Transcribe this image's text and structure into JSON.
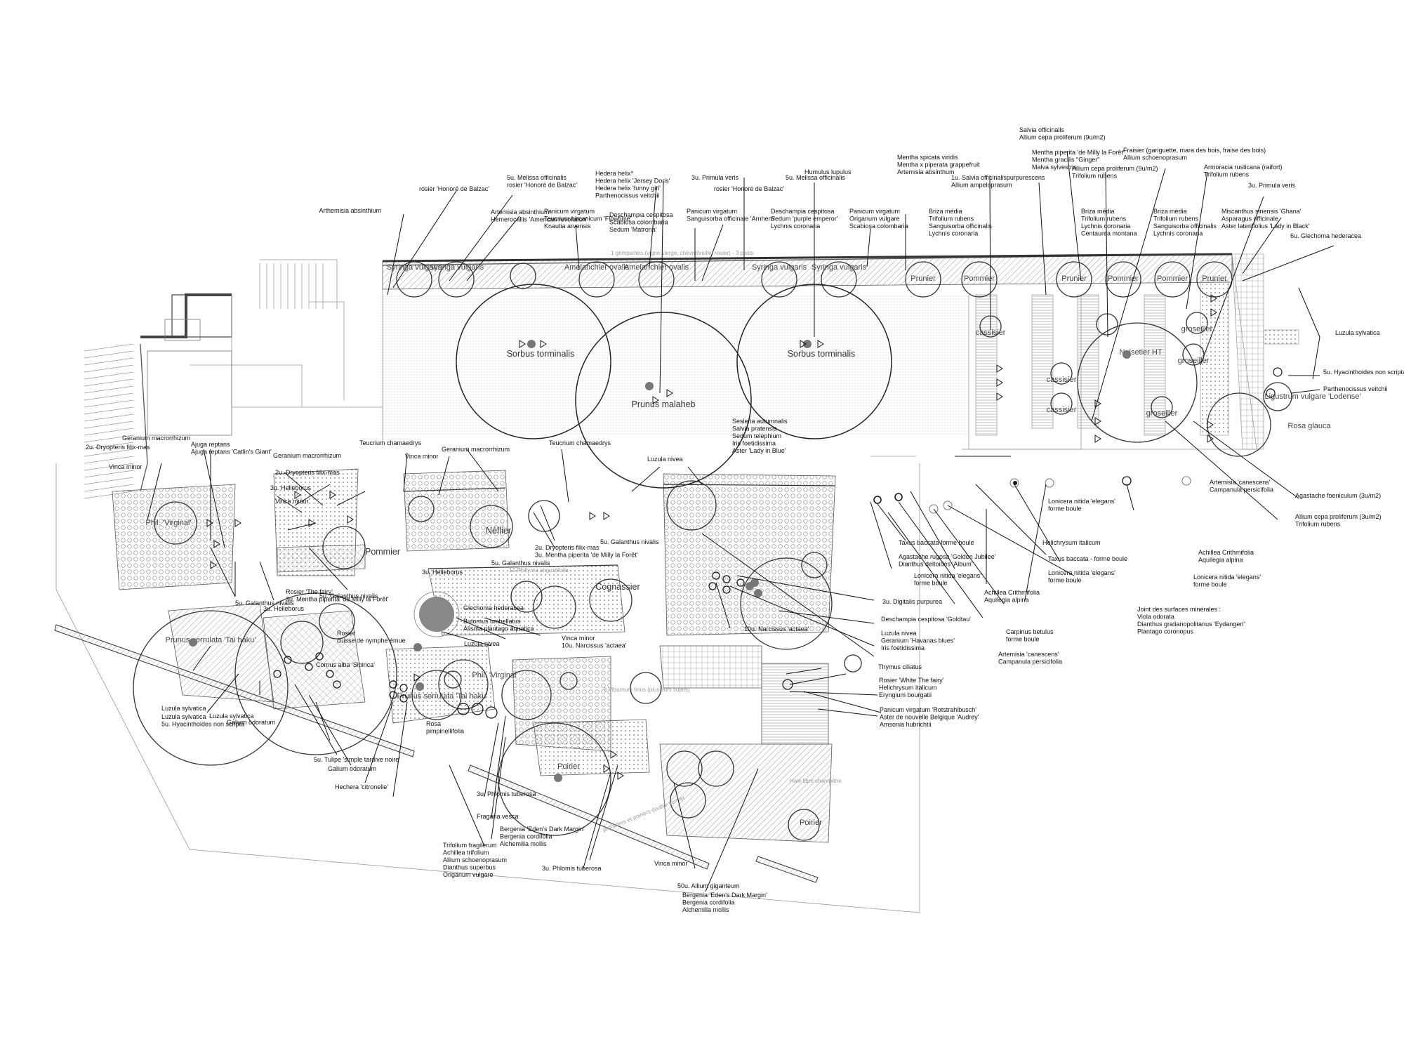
{
  "trees": {
    "sorbus": "Sorbus torminalis",
    "prunus_malaheb": "Prunus malaheb",
    "syringa": "Syringa vulgaris",
    "amelanchier": "Amelanchier ovalis",
    "prunier": "Prunier",
    "pommier": "Pommier",
    "cassisier": "cassisier",
    "groseiller": "groseiller",
    "noisetier": "Noisetier HT",
    "nefier": "Néflier",
    "cognassier": "Cognassier",
    "poirier": "Poirier",
    "phil_virginal": "Phil. 'Virginal'",
    "prunus_serrulata": "Prunus serrulata 'Tai haku'",
    "rosa_glauca": "Rosa glauca",
    "ligustrum": "Ligustrum vulgare 'Lodense'"
  },
  "ghost_labels": {
    "grimpantes": "1 grimpantes (vigne vierge, chèvrefeuille, rosier) - 3 pieds",
    "viburnum": "6.Viburnum tinus (plusieurs sujets)",
    "phillyrea": "12.Phillyrea angustifolia",
    "pruneliers": "pruneliers et poiriers double vernier",
    "haie": "Haie libre champêtre"
  },
  "top_labels": [
    {
      "id": "t1",
      "text": [
        "Arthemisia absinthium"
      ]
    },
    {
      "id": "t2",
      "text": [
        "rosier 'Honoré de Balzac'"
      ]
    },
    {
      "id": "t3",
      "text": [
        "5u. Melissa officinalis",
        "rosier 'Honoré de Balzac'"
      ]
    },
    {
      "id": "t4",
      "text": [
        "Artemisia absinthium",
        "Hemerocallis 'American revolution'"
      ]
    },
    {
      "id": "t5",
      "text": [
        "Panicum virgatum",
        "Teucrium hircanicum 'Flowtime'",
        "Knautia arvensis"
      ]
    },
    {
      "id": "t6",
      "text": [
        "Hedera helix*",
        "Hedera helix 'Jersey Doris'",
        "Hedera helix 'funny girl'",
        "Parthenocissus veitchii"
      ]
    },
    {
      "id": "t7",
      "text": [
        "Deschampia cespitosa",
        "Scabiosa colombaria",
        "Sedum 'Matrona'"
      ]
    },
    {
      "id": "t8",
      "text": [
        "3u. Primula veris"
      ]
    },
    {
      "id": "t9",
      "text": [
        "Panicum virgatum",
        "Sanguisorba officinale 'Arnhem'"
      ]
    },
    {
      "id": "t10",
      "text": [
        "rosier 'Honoré de Balzac'"
      ]
    },
    {
      "id": "t11",
      "text": [
        "5u. Melissa officinalis"
      ]
    },
    {
      "id": "t12",
      "text": [
        "Humulus lupulus"
      ]
    },
    {
      "id": "t13",
      "text": [
        "Deschampia cespitosa",
        "Sedum 'purple emperor'",
        "Lychnis coronaria"
      ]
    },
    {
      "id": "t14",
      "text": [
        "Panicum virgatum",
        "Origanum vulgare",
        "Scabiosa colombaria"
      ]
    },
    {
      "id": "t15",
      "text": [
        "Mentha spicata viridis",
        "Mentha x piperata grappefruit",
        "Artemisia absinthum"
      ]
    },
    {
      "id": "t16",
      "text": [
        "1u. Salvia officinalispurpurescens",
        "Allium ampeloprasum"
      ]
    },
    {
      "id": "t17",
      "text": [
        "Briza média",
        "Trifolium rubens",
        "Sanguisorba officinalis",
        "Lychnis coronaria"
      ]
    },
    {
      "id": "t18",
      "text": [
        "Salvia officinalis",
        "Allium cepa proliferum (9u/m2)"
      ]
    },
    {
      "id": "t19",
      "text": [
        "Mentha piperita 'de Milly la Forêt'",
        "Mentha gracilis \"Ginger\"",
        "Malva sylvestris"
      ]
    },
    {
      "id": "t20",
      "text": [
        "Allium cepa proliferum (9u/m2)",
        "Trifolium rubens"
      ]
    },
    {
      "id": "t21",
      "text": [
        "Briza média",
        "Trifolium rubens",
        "Lychnis coronaria",
        "Centaurea montana"
      ]
    },
    {
      "id": "t22",
      "text": [
        "Fraisier (gariguette, mara des bois, fraise des bois)",
        "Allium schoenoprasum"
      ]
    },
    {
      "id": "t23",
      "text": [
        "Briza média",
        "Trifolium rubens",
        "Sanguisorba officinalis",
        "Lychnis coronaria"
      ]
    },
    {
      "id": "t24",
      "text": [
        "Armoracia rusticana (raifort)",
        "Trifolium rubens"
      ]
    },
    {
      "id": "t25",
      "text": [
        "3u. Primula veris"
      ]
    },
    {
      "id": "t26",
      "text": [
        "Miscanthus sinensis 'Ghana'",
        "Asparagus officinale",
        "Aster lateriflolius 'Lady in Black'"
      ]
    },
    {
      "id": "t27",
      "text": [
        "6u. Glechoma hederacea"
      ]
    }
  ],
  "right_labels": [
    {
      "id": "r1",
      "text": [
        "Luzula sylvatica"
      ]
    },
    {
      "id": "r2",
      "text": [
        "5u. Hyacinthoides non scripta"
      ]
    },
    {
      "id": "r3",
      "text": [
        "Parthenocissus veitchii"
      ]
    },
    {
      "id": "r4",
      "text": [
        "Agastache foeniculum (3u/m2)"
      ]
    },
    {
      "id": "r5",
      "text": [
        "Allium cepa proliferum (3u/m2)",
        "Trifolium rubens"
      ]
    },
    {
      "id": "r6",
      "text": [
        "Artemisia 'canescens'",
        "Campanula persicifolia"
      ]
    },
    {
      "id": "r7",
      "text": [
        "Lonicera nitida 'elegans'",
        "forme boule"
      ]
    },
    {
      "id": "r8",
      "text": [
        "Helichrysum italicum"
      ]
    },
    {
      "id": "r9",
      "text": [
        "Taxus baccata forme boule"
      ]
    },
    {
      "id": "r10",
      "text": [
        "Agastache rugosa 'Golden Jubilee'",
        "Dianthus deltoides 'Album'"
      ]
    },
    {
      "id": "r11",
      "text": [
        "Lonicera nitida 'elegans'",
        "forme boule"
      ]
    },
    {
      "id": "r12",
      "text": [
        "Taxus baccata - forme boule"
      ]
    },
    {
      "id": "r13",
      "text": [
        "Lonicera nitida 'elegans'",
        "forme boule"
      ]
    },
    {
      "id": "r14",
      "text": [
        "Achillea Crithmifolia",
        "Aquilegia alpina"
      ]
    },
    {
      "id": "r15",
      "text": [
        "Achillea Crithmifolia",
        "Aquilegia alpina"
      ]
    },
    {
      "id": "r16",
      "text": [
        "Lonicera nitida 'elegans'",
        "forme boule"
      ]
    },
    {
      "id": "r17",
      "text": [
        "Joint des surfaces minérales :",
        "Viola odorata",
        "Dianthus gratianopolitanus 'Eydangeri'",
        "Plantago coronopus"
      ]
    },
    {
      "id": "r18",
      "text": [
        "Carpinus betulus",
        "forme boule"
      ]
    },
    {
      "id": "r19",
      "text": [
        "Artemisia 'canescens'",
        "Campanula persicifolia"
      ]
    }
  ],
  "middle_labels": [
    {
      "id": "m1",
      "text": [
        "Sesleria autumnalis",
        "Salvia pratensis",
        "Sedum telephium",
        "Iris foetidissima",
        "Aster 'Lady in Blue'"
      ]
    },
    {
      "id": "m2",
      "text": [
        "Teucrium chamaedrys"
      ]
    },
    {
      "id": "m3",
      "text": [
        "Geranium macrorrhizum"
      ]
    },
    {
      "id": "m4",
      "text": [
        "Vinca minor"
      ]
    },
    {
      "id": "m5",
      "text": [
        "Teucrium chamaedrys"
      ]
    },
    {
      "id": "m6",
      "text": [
        "Luzula nivea"
      ]
    },
    {
      "id": "m7",
      "text": [
        "3u. Digitalis purpurea"
      ]
    },
    {
      "id": "m8",
      "text": [
        "Deschampia cespitosa 'Goldtau'"
      ]
    },
    {
      "id": "m9",
      "text": [
        "Luzula nivea",
        "Geranium 'Havanas blues'",
        "Iris foetidissima"
      ]
    },
    {
      "id": "m10",
      "text": [
        "10u. Narcissus 'actaea'"
      ]
    },
    {
      "id": "m11",
      "text": [
        "Thymus ciliatus"
      ]
    },
    {
      "id": "m12",
      "text": [
        "Rosier 'White The fairy'",
        "Helichrysum italicum",
        "Eryngium bourgatii"
      ]
    },
    {
      "id": "m13",
      "text": [
        "Panicum virgatum 'Rotstrahlbusch'",
        "Aster de nouvelle Belgique 'Audrey'",
        "Amsonia hubrichtii"
      ]
    },
    {
      "id": "m14",
      "text": [
        "2u. Dryopteris filix-mas",
        "3u. Mentha piperita 'de Milly la Forêt'"
      ]
    },
    {
      "id": "m15",
      "text": [
        "5u. Galanthus nivalis"
      ]
    },
    {
      "id": "m16",
      "text": [
        "3u. Helleborus"
      ]
    },
    {
      "id": "m17",
      "text": [
        "5u. Galanthus nivalis"
      ]
    },
    {
      "id": "m18",
      "text": [
        "Glechoma hederacea"
      ]
    },
    {
      "id": "m19",
      "text": [
        "Butomus umbellatus",
        "Alisma plantago aquatica"
      ]
    },
    {
      "id": "m20",
      "text": [
        "Vinca minor",
        "10u. Narcissus 'actaea'"
      ]
    },
    {
      "id": "m21",
      "text": [
        "Luzula nivea"
      ]
    }
  ],
  "left_labels": [
    {
      "id": "l1",
      "text": [
        "Geranium macrorrhizum"
      ]
    },
    {
      "id": "l2",
      "text": [
        "2u. Dryopteris filix-mas"
      ]
    },
    {
      "id": "l3",
      "text": [
        "Vinca minor"
      ]
    },
    {
      "id": "l4",
      "text": [
        "Ajuga reptans",
        "Ajuga reptans 'Catlin's Giant'"
      ]
    },
    {
      "id": "l5",
      "text": [
        "Geranium macrorrhizum"
      ]
    },
    {
      "id": "l6",
      "text": [
        "2u. Dryopteris filix-mas"
      ]
    },
    {
      "id": "l7",
      "text": [
        "3u. Helleborus"
      ]
    },
    {
      "id": "l8",
      "text": [
        "Vinca minor"
      ]
    },
    {
      "id": "l9",
      "text": [
        "5u. Galanthus nivalis"
      ]
    },
    {
      "id": "l10",
      "text": [
        "3u. Helleborus"
      ]
    },
    {
      "id": "l11",
      "text": [
        "5u. Galanthus nivalis"
      ]
    },
    {
      "id": "l12",
      "text": [
        "Rosier 'The fairy'",
        "3u. Mentha piperita 'de Milly la Forêt'"
      ]
    },
    {
      "id": "l13",
      "text": [
        "Luzula sylvatica",
        "5u. Hyacinthoides non scripta"
      ]
    },
    {
      "id": "l14",
      "text": [
        "Luzula sylvatica"
      ]
    },
    {
      "id": "l15",
      "text": [
        "Galium odoratum"
      ]
    },
    {
      "id": "l16",
      "text": [
        "Luzula sylvatica"
      ]
    },
    {
      "id": "l17",
      "text": [
        "5u. Tulipe 'simple tardive noire'"
      ]
    },
    {
      "id": "l18",
      "text": [
        "Galium odoratum"
      ]
    },
    {
      "id": "l19",
      "text": [
        "Hechera 'citronelle'"
      ]
    },
    {
      "id": "l20",
      "text": [
        "Rosier",
        "cuisse de nymphe émue"
      ]
    },
    {
      "id": "l21",
      "text": [
        "Cornus alba 'Sibirica'"
      ]
    },
    {
      "id": "l22",
      "text": [
        "Rosa",
        "pimpinellifolia"
      ]
    }
  ],
  "bottom_labels": [
    {
      "id": "b1",
      "text": [
        "3u. Phlomis tuberosa"
      ]
    },
    {
      "id": "b2",
      "text": [
        "Fragaria vesca"
      ]
    },
    {
      "id": "b3",
      "text": [
        "Bergenia 'Eden's Dark Margin'",
        "Bergenia cordifolia",
        "Alchemilla mollis"
      ]
    },
    {
      "id": "b4",
      "text": [
        "Trifolium fragilerum",
        "Achillea trifolium",
        "Allium schoenoprasum",
        "Dianthus superbus",
        "Origanum vulgare"
      ]
    },
    {
      "id": "b5",
      "text": [
        "3u. Phlomis tuberosa"
      ]
    },
    {
      "id": "b6",
      "text": [
        "Vinca minor"
      ]
    },
    {
      "id": "b7",
      "text": [
        "50u. Allium giganteum"
      ]
    },
    {
      "id": "b8",
      "text": [
        "Bergenia 'Eden's Dark Margin'",
        "Bergenia cordifolia",
        "Alchemilla mollis"
      ]
    }
  ]
}
